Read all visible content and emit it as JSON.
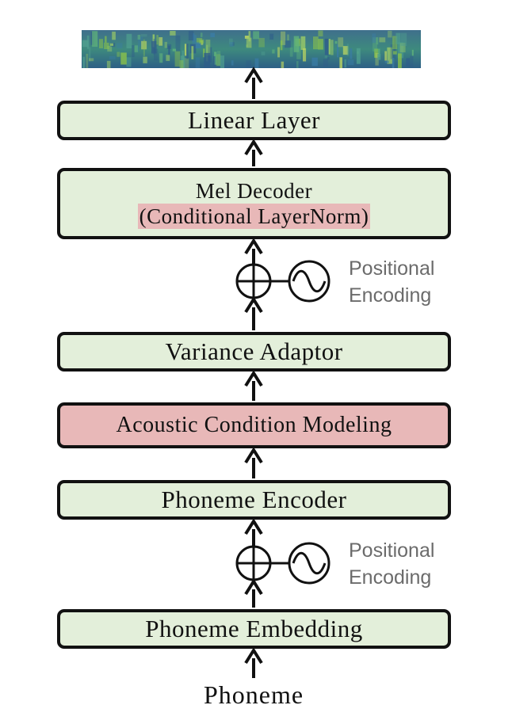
{
  "colors": {
    "block_fill": "#e3efda",
    "highlight_fill": "#e8b8b8",
    "stroke": "#111111",
    "label_gray": "#6b6b6b"
  },
  "blocks": {
    "linear_layer": "Linear Layer",
    "mel_decoder": "Mel Decoder",
    "mel_decoder_sub": "(Conditional LayerNorm)",
    "variance_adaptor": "Variance Adaptor",
    "acoustic_condition_modeling": "Acoustic Condition Modeling",
    "phoneme_encoder": "Phoneme Encoder",
    "phoneme_embedding": "Phoneme Embedding"
  },
  "positional_encoding_upper": {
    "line1": "Positional",
    "line2": "Encoding"
  },
  "positional_encoding_lower": {
    "line1": "Positional",
    "line2": "Encoding"
  },
  "input_label": "Phoneme",
  "output_image": "mel-spectrogram"
}
